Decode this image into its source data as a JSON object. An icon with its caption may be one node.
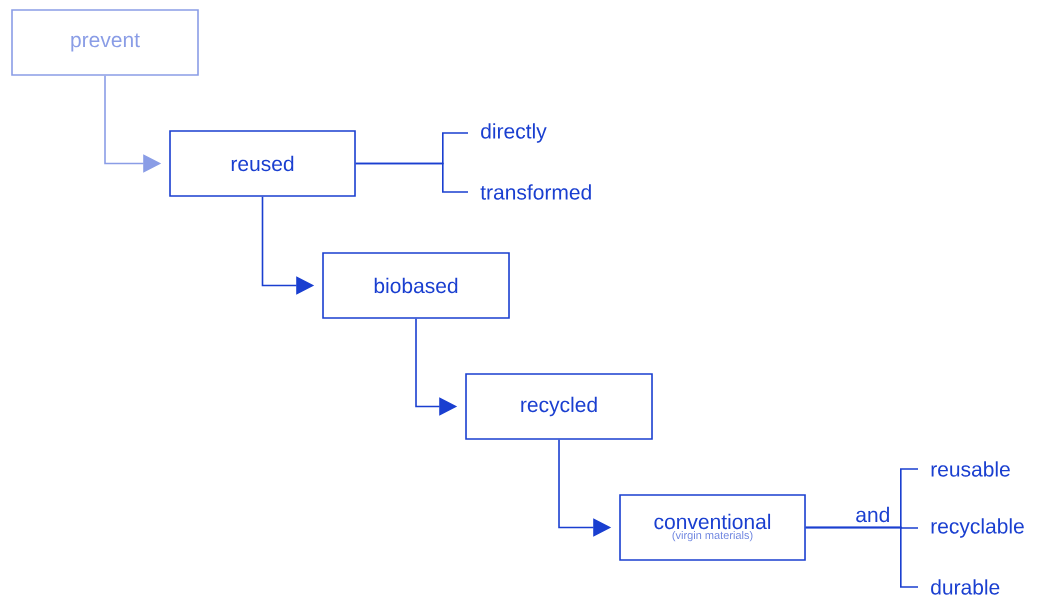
{
  "diagram": {
    "nodes": [
      {
        "text": [
          "prevent"
        ]
      },
      {
        "text": [
          "reused"
        ]
      },
      {
        "text": [
          "directly"
        ]
      },
      {
        "text": [
          "transformed"
        ]
      },
      {
        "text": [
          "biobased"
        ]
      },
      {
        "text": [
          "recycled"
        ]
      },
      {
        "text": [
          "conventional",
          "(virgin materials)"
        ]
      },
      {
        "text": [
          "reusable"
        ]
      },
      {
        "text": [
          "recyclable"
        ]
      },
      {
        "text": [
          "durable"
        ]
      }
    ],
    "edges": [
      {
        "from": 0,
        "to": 1,
        "arrow": "to",
        "color": "#8a9de6"
      },
      {
        "from": 1,
        "to": 2,
        "arrow": "none"
      },
      {
        "from": 1,
        "to": 3,
        "arrow": "none"
      },
      {
        "from": 1,
        "to": 4,
        "arrow": "to"
      },
      {
        "from": 4,
        "to": 5,
        "arrow": "to"
      },
      {
        "from": 5,
        "to": 6,
        "arrow": "to"
      },
      {
        "from": 6,
        "to": 7,
        "arrow": "none"
      },
      {
        "from": 6,
        "to": 8,
        "arrow": "none",
        "label": "and"
      },
      {
        "from": 6,
        "to": 9,
        "arrow": "none"
      }
    ]
  }
}
